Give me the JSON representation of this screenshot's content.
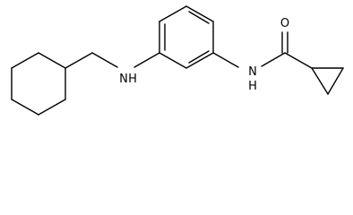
{
  "molecule": {
    "atoms": {
      "amine_n": "N",
      "amine_h": "H",
      "amide_n": "N",
      "amide_h": "H",
      "carbonyl_o": "O"
    }
  },
  "colors": {
    "bond": "#000000",
    "label": "#000000",
    "background": "#ffffff"
  }
}
